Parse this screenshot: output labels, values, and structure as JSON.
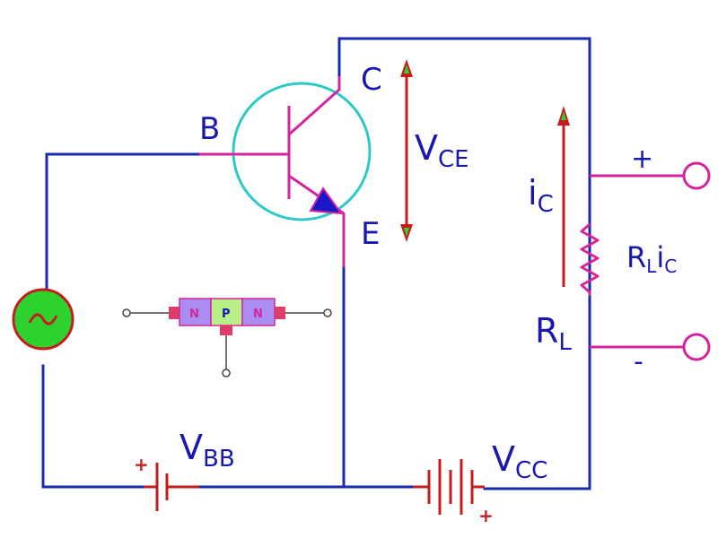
{
  "terminals": {
    "base": "B",
    "collector": "C",
    "emitter": "E"
  },
  "voltages": {
    "vce": {
      "main": "V",
      "sub": "CE"
    },
    "vbb": {
      "main": "V",
      "sub": "BB"
    },
    "vcc": {
      "main": "V",
      "sub": "CC"
    }
  },
  "current": {
    "main": "i",
    "sub": "C"
  },
  "load_drop": {
    "r": "R",
    "r_sub": "L",
    "i": "i",
    "i_sub": "C"
  },
  "resistor": {
    "main": "R",
    "sub": "L"
  },
  "output": {
    "plus": "+",
    "minus": "-"
  },
  "battery_signs": {
    "vbb_plus": "+",
    "vcc_plus": "+"
  },
  "npn": {
    "left": "N",
    "middle": "P",
    "right": "N"
  },
  "colors": {
    "wire": "#1a2ab0",
    "lead": "#d5259c",
    "arrow": "#c51d1d",
    "circle": "#2ec8c8",
    "source_fill": "#2ed22e",
    "n_region": "#a98df0",
    "p_region": "#b8ef88"
  }
}
